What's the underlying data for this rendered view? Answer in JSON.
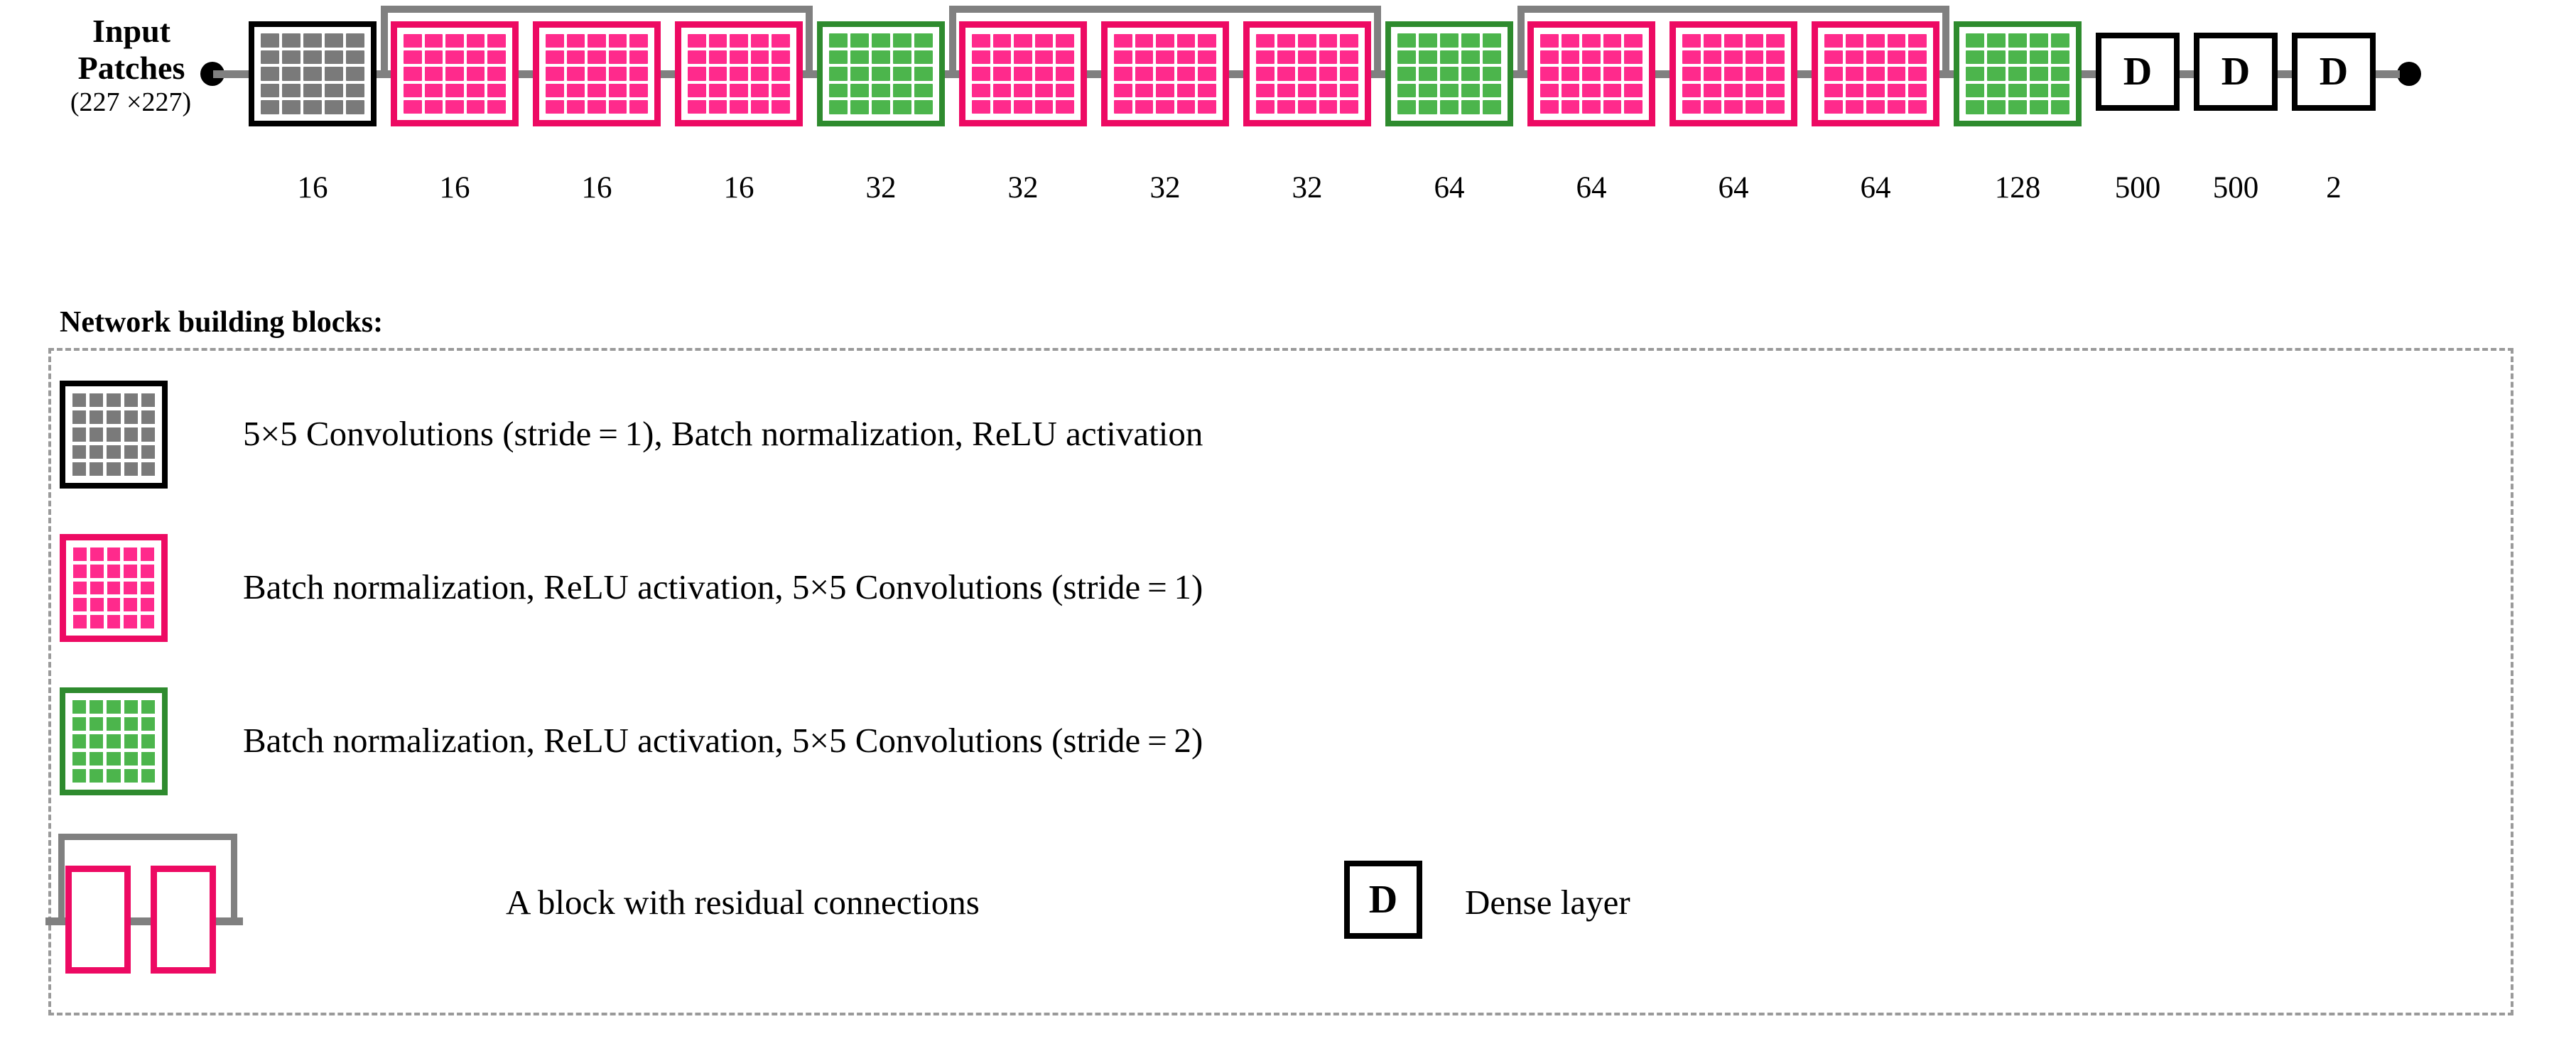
{
  "diagram": {
    "input": {
      "title_line1": "Input",
      "title_line2": "Patches",
      "dims": "(227 ×227)"
    },
    "dense_letter": "D",
    "layers": [
      {
        "type": "gray-conv",
        "label": "16"
      },
      {
        "type": "pink-conv",
        "label": "16"
      },
      {
        "type": "pink-conv",
        "label": "16"
      },
      {
        "type": "pink-conv",
        "label": "16"
      },
      {
        "type": "green-conv",
        "label": "32"
      },
      {
        "type": "pink-conv",
        "label": "32"
      },
      {
        "type": "pink-conv",
        "label": "32"
      },
      {
        "type": "pink-conv",
        "label": "32"
      },
      {
        "type": "green-conv",
        "label": "64"
      },
      {
        "type": "pink-conv",
        "label": "64"
      },
      {
        "type": "pink-conv",
        "label": "64"
      },
      {
        "type": "pink-conv",
        "label": "64"
      },
      {
        "type": "green-conv",
        "label": "128"
      },
      {
        "type": "dense",
        "label": "500"
      },
      {
        "type": "dense",
        "label": "500"
      },
      {
        "type": "dense",
        "label": "2"
      }
    ],
    "residual_spans": [
      [
        1,
        3
      ],
      [
        5,
        7
      ],
      [
        9,
        11
      ]
    ]
  },
  "legend": {
    "title": "Network building blocks:",
    "entries": [
      {
        "swatch": "gray-conv",
        "text": "5×5 Convolutions (stride = 1), Batch normalization, ReLU activation"
      },
      {
        "swatch": "pink-conv",
        "text": "Batch normalization, ReLU activation, 5×5 Convolutions (stride = 1)"
      },
      {
        "swatch": "green-conv",
        "text": "Batch normalization, ReLU activation, 5×5 Convolutions (stride = 2)"
      }
    ],
    "residual_text": "A block with residual connections",
    "dense_letter": "D",
    "dense_text": "Dense layer"
  },
  "colors": {
    "gray_border": "#000000",
    "gray_fill": "#7a7a7a",
    "pink_border": "#ED0A63",
    "pink_fill": "#FF2A8C",
    "green_border": "#2E8B2E",
    "green_fill": "#4CB54C",
    "wire": "#808080",
    "dashed_box": "#9a9a9a"
  }
}
